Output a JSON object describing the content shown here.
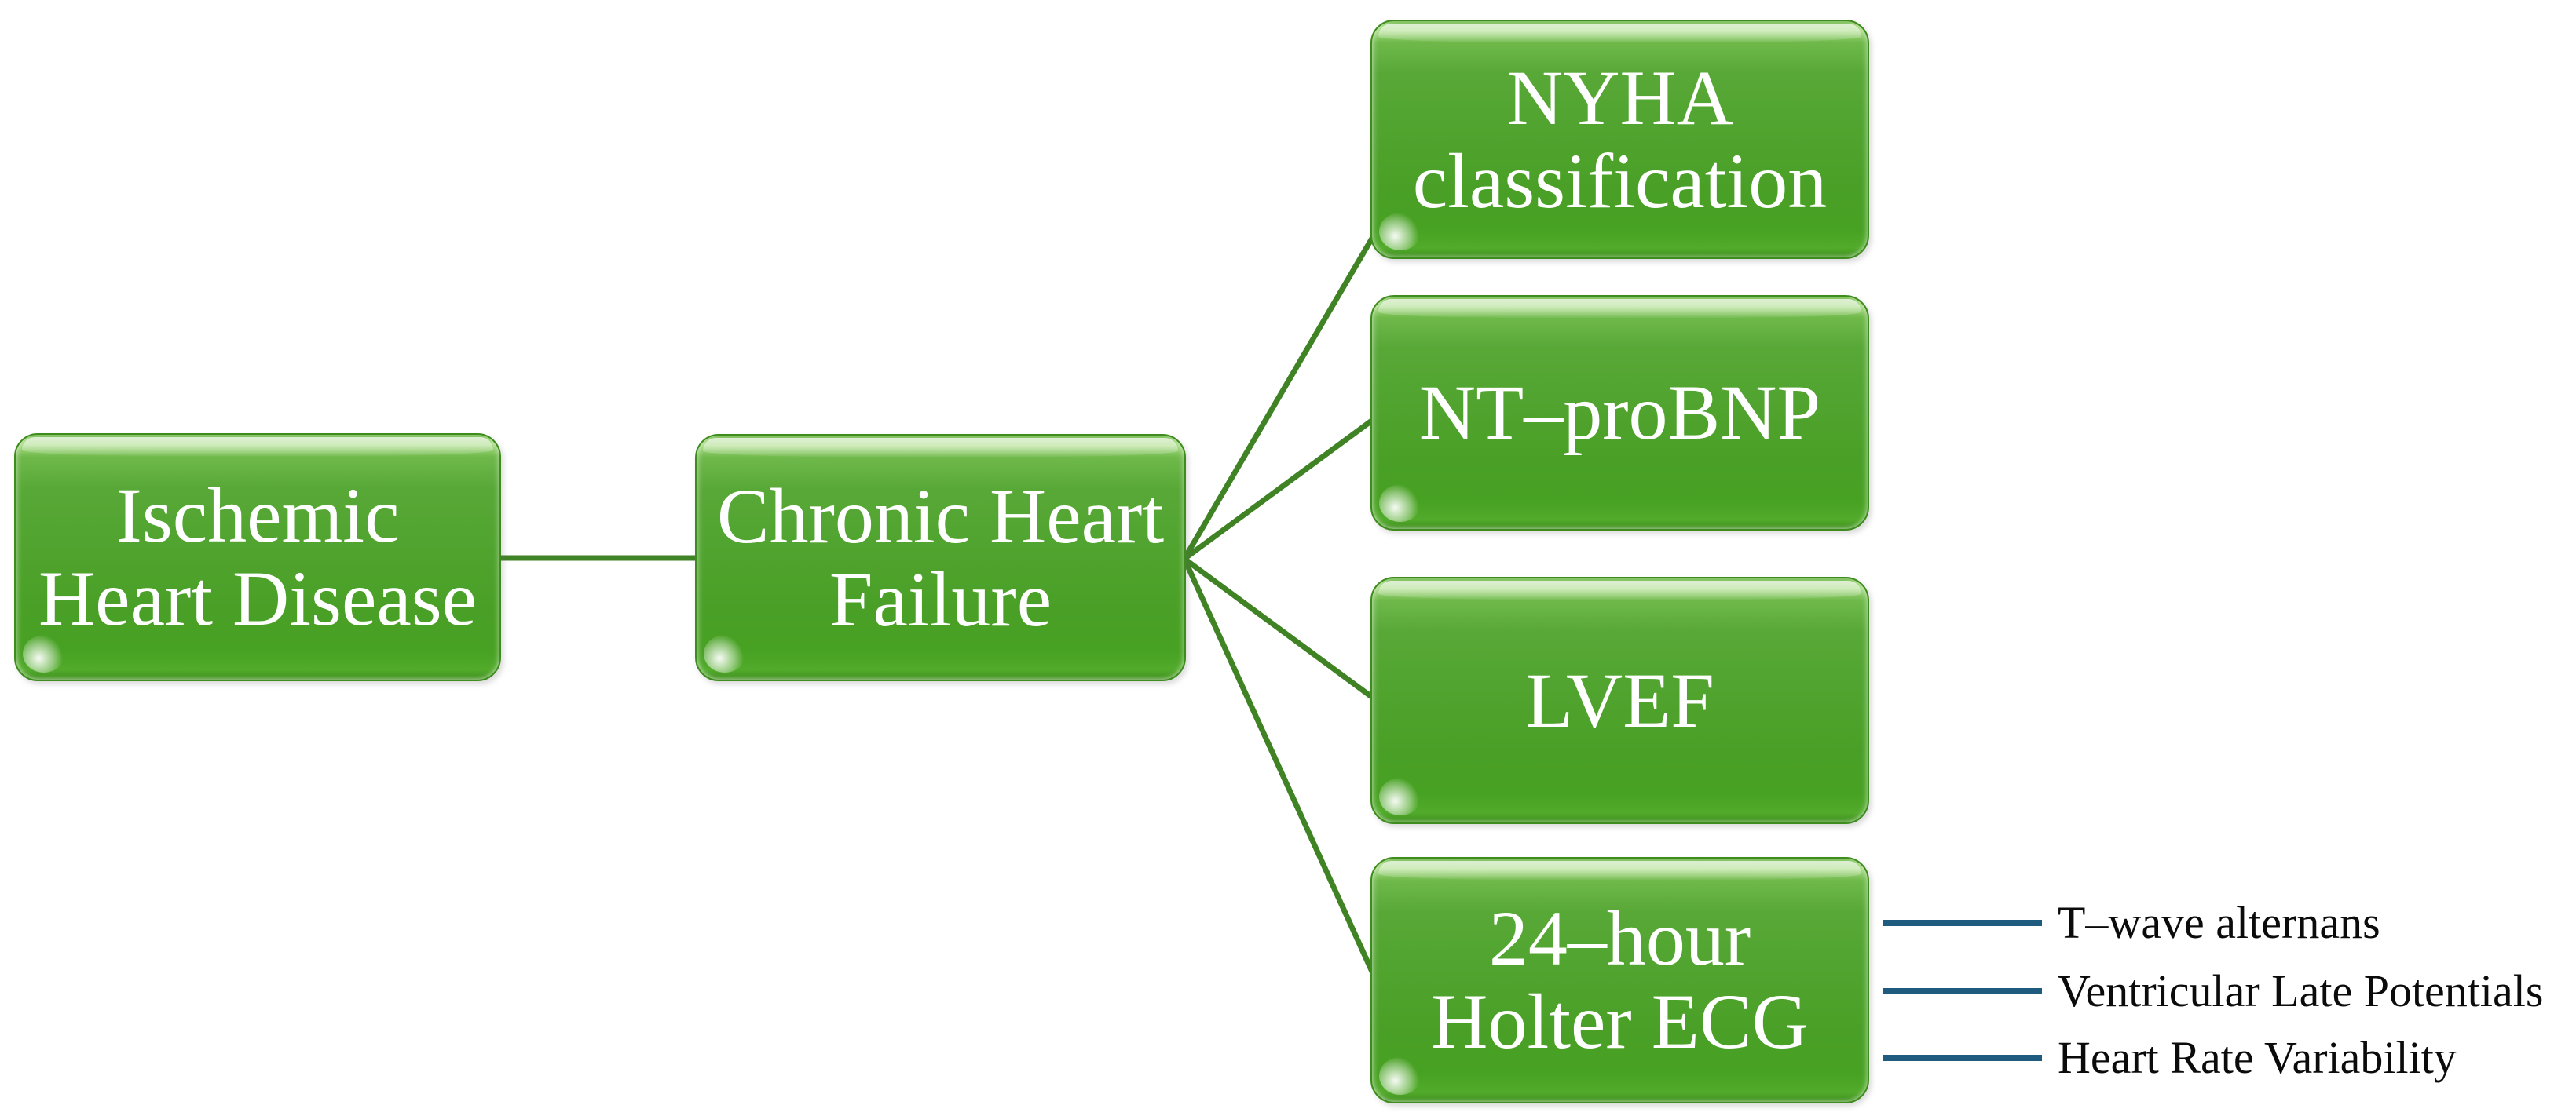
{
  "diagram": {
    "nodes": {
      "ischemic": {
        "label": "Ischemic\nHeart Disease"
      },
      "chf": {
        "label": "Chronic Heart\nFailure"
      },
      "nyha": {
        "label": "NYHA\nclassification"
      },
      "ntprobnp": {
        "label": "NT–proBNP"
      },
      "lvef": {
        "label": "LVEF"
      },
      "holter": {
        "label": "24–hour\nHolter ECG"
      }
    },
    "leaves": {
      "twave": {
        "label": "T–wave alternans"
      },
      "vlp": {
        "label": "Ventricular Late Potentials"
      },
      "hrv": {
        "label": "Heart Rate Variability"
      }
    },
    "colors": {
      "node_fill_mid": "#4fa32c",
      "node_gloss": "#a9dc85",
      "node_border": "#3e8c1d",
      "node_text": "#ffffff",
      "connector_green": "#3f8324",
      "leaf_line_blue": "#1e5b7e",
      "leaf_text": "#0b0b0b",
      "background": "#ffffff"
    }
  }
}
